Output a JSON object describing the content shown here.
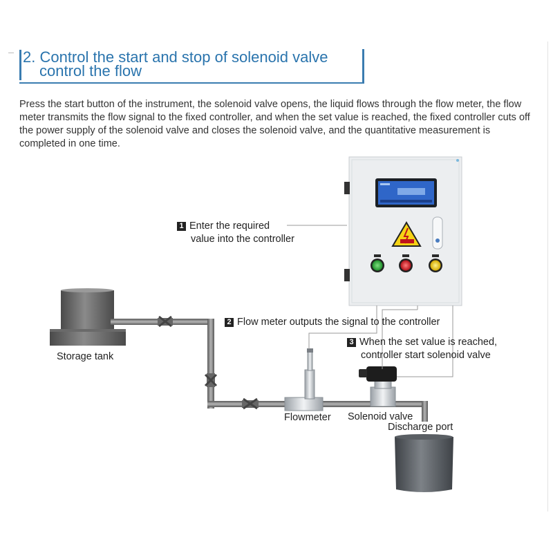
{
  "header": {
    "title_line1": "2. Control the start and stop of solenoid valve",
    "title_line2": "control the flow"
  },
  "intro": "Press the start button of the instrument, the solenoid valve opens, the liquid flows through the flow meter, the flow meter transmits the flow signal to the fixed controller, and when the set value is reached, the fixed controller cuts off the power supply of the solenoid valve and closes the solenoid valve, and the quantitative measurement is completed in one time.",
  "steps": [
    {
      "number": "1",
      "line1": "Enter the required",
      "line2": "value into the controller"
    },
    {
      "number": "2",
      "line1": "Flow meter outputs the signal to the controller"
    },
    {
      "number": "3",
      "line1": "When the set value is reached,",
      "line2": "controller start solenoid valve"
    }
  ],
  "labels": {
    "storage_tank": "Storage tank",
    "flowmeter": "Flowmeter",
    "solenoid_valve": "Solenoid valve",
    "discharge_port": "Discharge port"
  },
  "colors": {
    "accent": "#2a74ad",
    "cabinet": "#eceef0",
    "display": "#2f66c8",
    "button_start": "#2eab3c",
    "button_stop": "#e2232a",
    "button_indicator": "#f4cf1a",
    "warning_sign": "#f6d315",
    "pipe": "#777777"
  }
}
